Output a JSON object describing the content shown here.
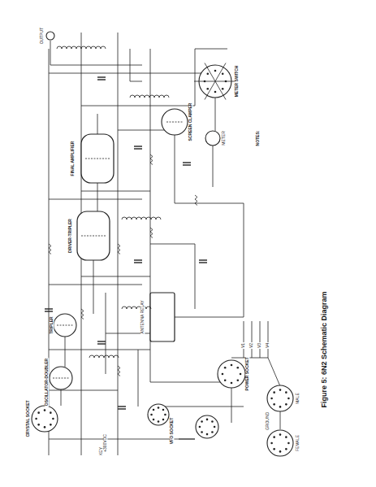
{
  "diagram": {
    "caption": "Figure 5: 6N2 Schematic Diagram",
    "labels": [
      "OUTPUT",
      "FINAL AMPLIFIER",
      "DRIVER-TRIPLER",
      "TRIPLER",
      "OSCILLATOR-DOUBLER",
      "CRYSTAL SOCKET",
      "SCREEN CLAMPER",
      "METER SWITCH",
      "METER",
      "ANTENNA RELAY",
      "POWER SOCKET",
      "VFO SOCKET",
      "KEY",
      "V1",
      "V2",
      "V3",
      "V4",
      "NOTES:",
      "MALE",
      "FEMALE",
      "GROUND",
      "+300VDC"
    ]
  }
}
